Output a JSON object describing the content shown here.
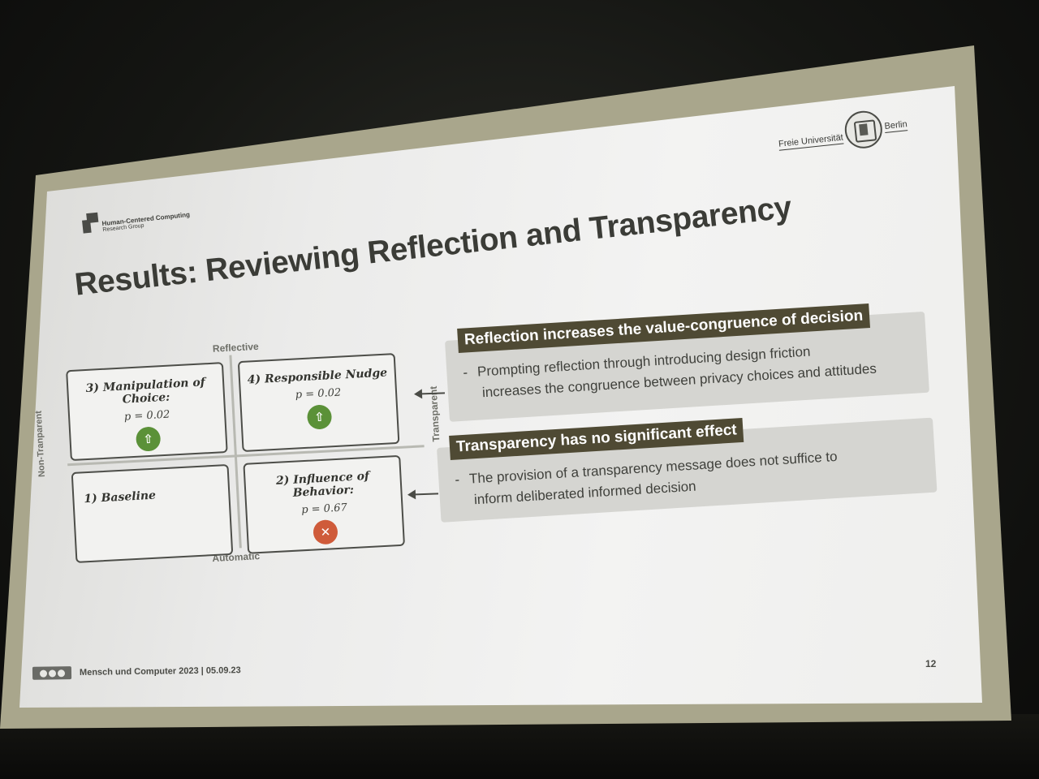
{
  "logo": {
    "group_line1": "Human-Centered Computing",
    "group_line2": "Research Group",
    "university_left": "Freie Universität",
    "university_right": "Berlin"
  },
  "title": "Results: Reviewing Reflection and Transparency",
  "quadrant": {
    "axis_top": "Reflective",
    "axis_bottom": "Automatic",
    "axis_left": "Non-Tranparent",
    "axis_right": "Transparent",
    "cells": {
      "q3": {
        "title": "3) Manipulation of Choice:",
        "p": "p = 0.02",
        "result_icon": "up-arrow-icon",
        "color": "#5b9138"
      },
      "q4": {
        "title": "4) Responsible Nudge",
        "p": "p = 0.02",
        "result_icon": "up-arrow-icon",
        "color": "#5b9138"
      },
      "q1": {
        "title": "1) Baseline"
      },
      "q2": {
        "title": "2) Influence of Behavior:",
        "p": "p = 0.67",
        "result_icon": "cross-icon",
        "color": "#cf5b3a"
      }
    }
  },
  "findings": [
    {
      "heading": "Reflection increases the value-congruence of decision",
      "bullet": "-",
      "line1": "Prompting reflection through introducing design friction",
      "line2": "increases the congruence between privacy choices and attitudes"
    },
    {
      "heading": "Transparency has no significant effect",
      "bullet": "-",
      "line1": "The provision of a transparency message does not suffice to",
      "line2": "inform deliberated informed decision"
    }
  ],
  "footer": {
    "text": "Mensch und Computer 2023 | 05.09.23",
    "license_icon": "cc-license-icon",
    "page_number": "12"
  },
  "colors": {
    "heading_bg": "#4f4a34",
    "positive": "#5b9138",
    "negative": "#cf5b3a"
  }
}
